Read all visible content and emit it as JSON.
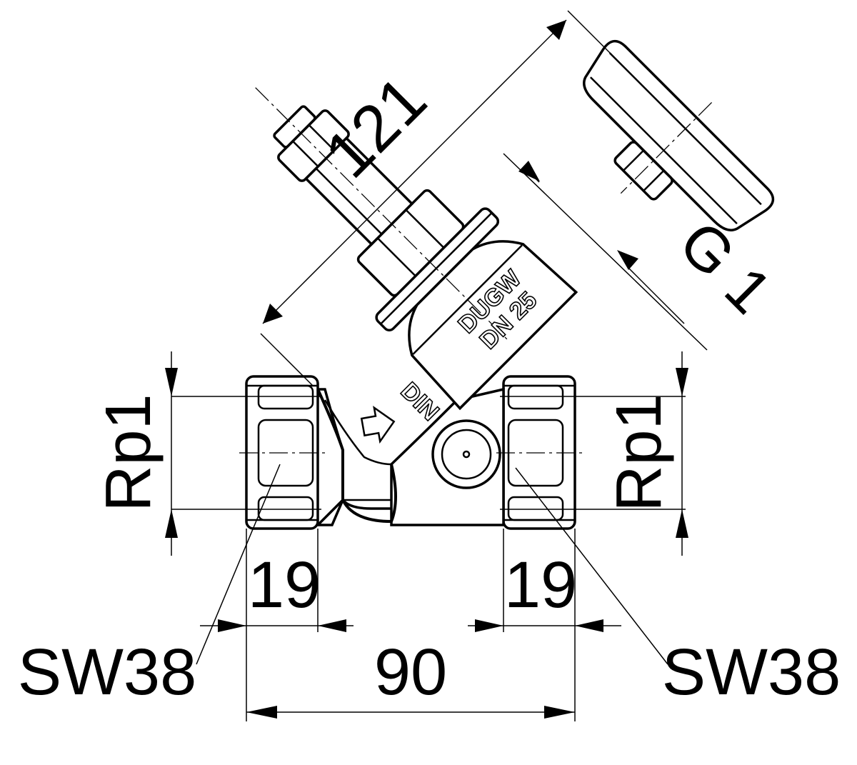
{
  "dimensions": {
    "diagonal_length": "121",
    "stem_thread": "G 1",
    "left_thread": "Rp1",
    "right_thread": "Rp1",
    "left_thread_depth": "19",
    "right_thread_depth": "19",
    "left_wrench": "SW38",
    "right_wrench": "SW38",
    "overall_length": "90"
  },
  "body_marking": {
    "line1": "DUGW",
    "line2": "DN 25",
    "line3": "DIN"
  }
}
